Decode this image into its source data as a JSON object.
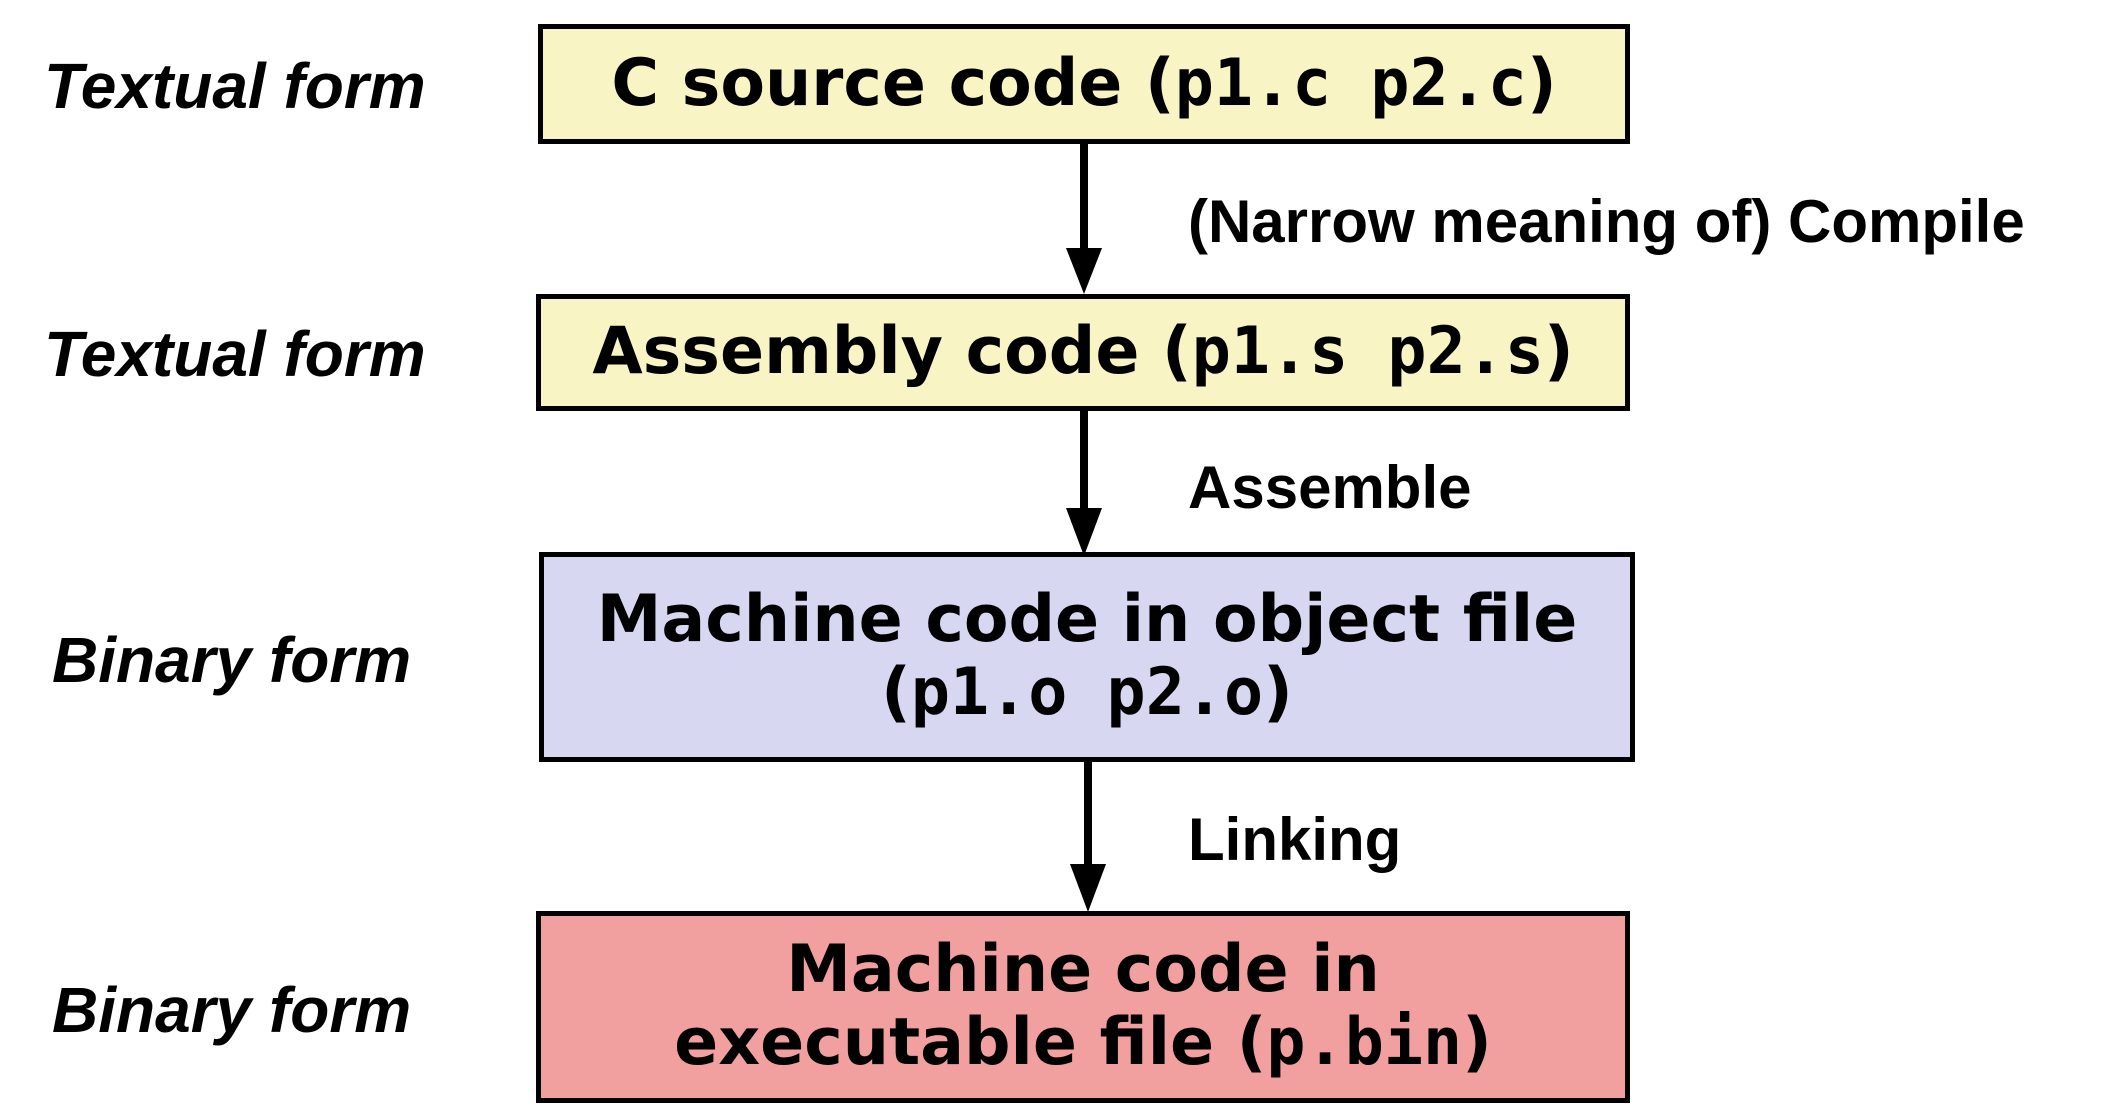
{
  "labels": {
    "form1": "Textual form",
    "form2": "Textual form",
    "form3": "Binary form",
    "form4": "Binary form"
  },
  "boxes": {
    "c_source": {
      "text": "C source code (",
      "files": "p1.c p2.c",
      "close": ")",
      "fill": "#f8f4c4"
    },
    "assembly": {
      "text": "Assembly code (",
      "files": "p1.s p2.s",
      "close": ")",
      "fill": "#f8f4c4"
    },
    "object": {
      "line1": "Machine code in object file",
      "open": "(",
      "files": "p1.o p2.o",
      "close": ")",
      "fill": "#d7d7f1"
    },
    "executable": {
      "line1": "Machine code in",
      "text": "executable file (",
      "files": "p.bin",
      "close": ")",
      "fill": "#f2a09f"
    }
  },
  "steps": {
    "compile": "(Narrow meaning of) Compile",
    "assemble": "Assemble",
    "linking": "Linking"
  }
}
